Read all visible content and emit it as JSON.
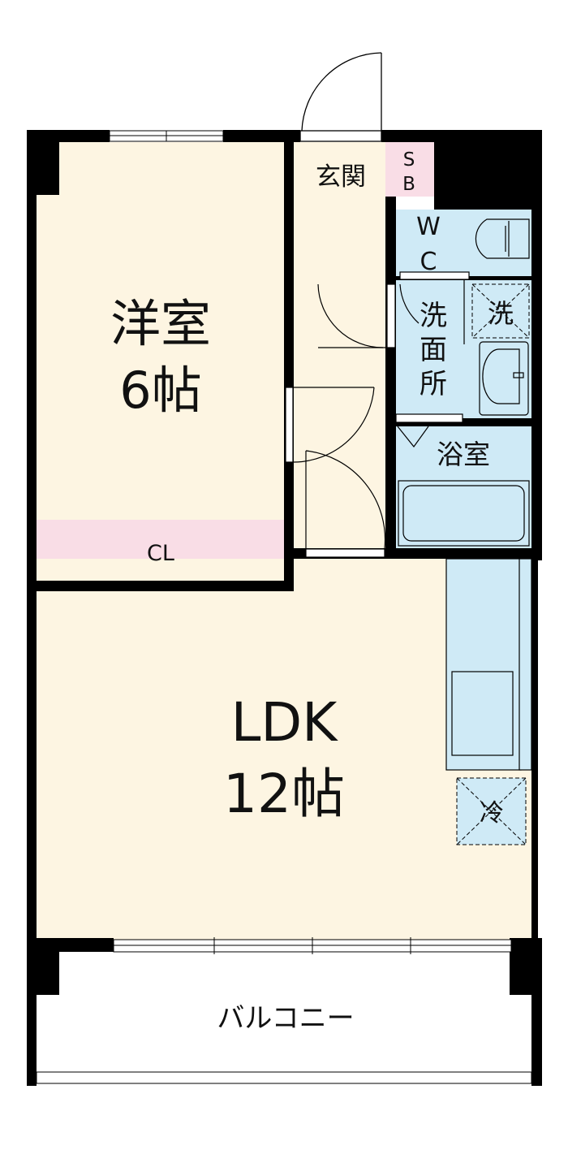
{
  "colors": {
    "room": "#fdf5e2",
    "wet": "#cfeaf6",
    "storage": "#f9dde6",
    "wall": "#000000"
  },
  "rooms": {
    "western_room": {
      "name": "洋室",
      "size": "6帖"
    },
    "closet": {
      "name": "CL"
    },
    "entrance": {
      "name": "玄関"
    },
    "shoe_box": {
      "line1": "S",
      "line2": "B"
    },
    "toilet": {
      "line1": "W",
      "line2": "C"
    },
    "washroom": {
      "line1": "洗",
      "line2": "面",
      "line3": "所"
    },
    "washer": {
      "name": "洗"
    },
    "bathroom": {
      "name": "浴室"
    },
    "ldk": {
      "name": "LDK",
      "size": "12帖"
    },
    "fridge": {
      "name": "冷"
    },
    "balcony": {
      "name": "バルコニー"
    }
  }
}
